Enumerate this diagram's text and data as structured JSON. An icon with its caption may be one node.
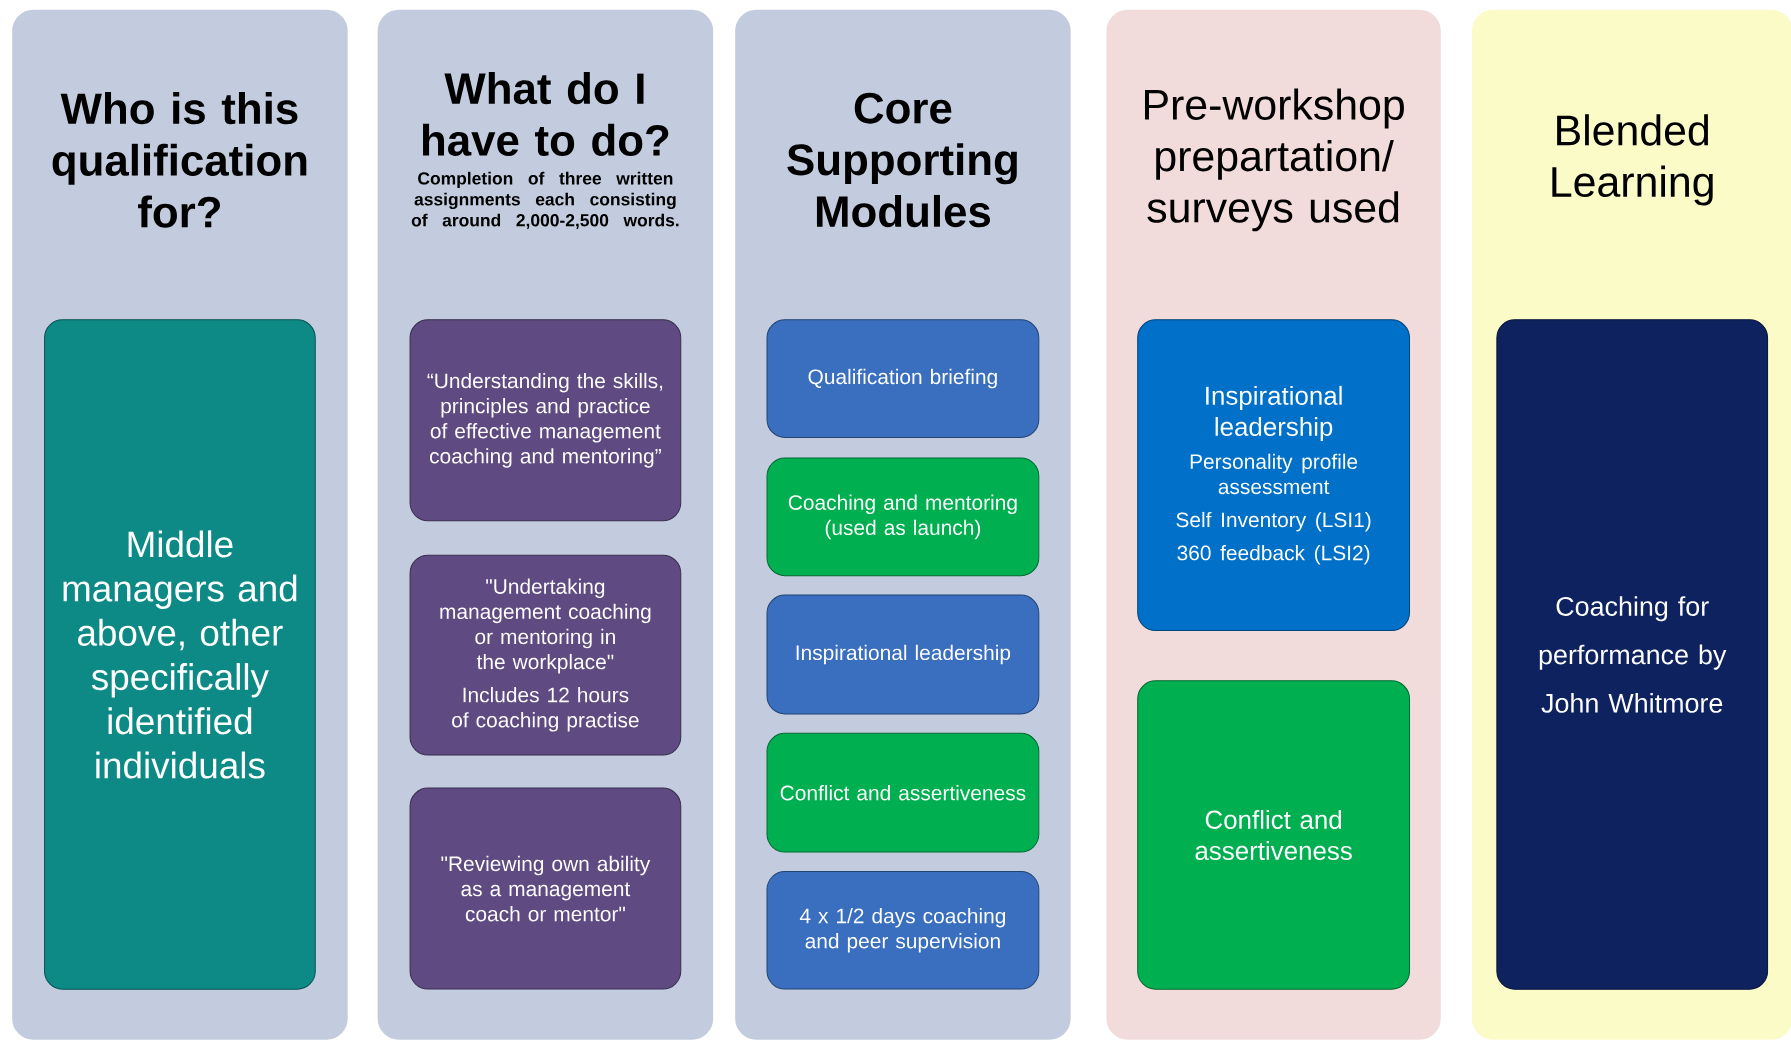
{
  "diagram": {
    "nodes": [
      {
        "text": [
          "Who is this qualification for?"
        ]
      },
      {
        "text": [
          "Middle managers and above, other specifically identified individuals"
        ],
        "in": 0
      },
      {
        "text": [
          "What do I have to do?",
          "Completion of three written assignments each consisting of around 2,000-2,500 words."
        ]
      },
      {
        "text": [
          "“Understanding the skills, principles and practice of effective management coaching and mentoring”"
        ],
        "in": 2
      },
      {
        "text": [
          "\"Undertaking management coaching or mentoring in the workplace\"",
          "Includes 12 hours of coaching practise"
        ],
        "in": 2
      },
      {
        "text": [
          "\"Reviewing own ability as a management coach or mentor\""
        ],
        "in": 2
      },
      {
        "text": [
          "Core Supporting Modules"
        ]
      },
      {
        "text": [
          "Qualification briefing"
        ],
        "in": 6
      },
      {
        "text": [
          "Coaching and mentoring (used as launch)"
        ],
        "in": 6
      },
      {
        "text": [
          "Inspirational leadership"
        ],
        "in": 6
      },
      {
        "text": [
          "Conflict and assertiveness"
        ],
        "in": 6
      },
      {
        "text": [
          "4 x 1/2 days coaching and peer supervision"
        ],
        "in": 6
      },
      {
        "text": [
          "Pre-workshop prepartation/ surveys used"
        ]
      },
      {
        "text": [
          "Inspirational leadership",
          "Personality profile assessment",
          "Self Inventory (LSI1)",
          "360 feedback (LSI2)"
        ],
        "in": 12
      },
      {
        "text": [
          "Conflict and assertiveness"
        ],
        "in": 12
      },
      {
        "text": [
          "Blended Learning"
        ]
      },
      {
        "text": [
          "Coaching for performance by John Whitmore"
        ],
        "in": 15
      }
    ]
  }
}
